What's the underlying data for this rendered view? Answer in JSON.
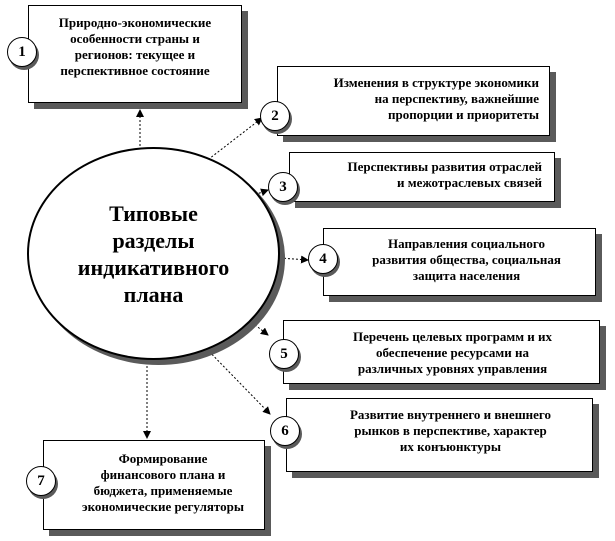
{
  "center": {
    "title": "Типовые\nразделы\nиндикативного\nплана"
  },
  "sections": [
    {
      "number": "1",
      "lines": [
        "Природно-экономические",
        "особенности страны и",
        "регионов: текущее и",
        "перспективное состояние"
      ]
    },
    {
      "number": "2",
      "lines": [
        "Изменения в структуре  экономики",
        "на  перспективу, важнейшие",
        "пропорции  и приоритеты"
      ]
    },
    {
      "number": "3",
      "lines": [
        "Перспективы развития отраслей",
        "и межотраслевых связей"
      ]
    },
    {
      "number": "4",
      "lines": [
        "Направления социального",
        "развития общества, социальная",
        "защита  населения"
      ]
    },
    {
      "number": "5",
      "lines": [
        "Перечень целевых программ и их",
        "обеспечение ресурсами на",
        "различных уровнях управления"
      ]
    },
    {
      "number": "6",
      "lines": [
        "Развитие внутреннего и внешнего",
        "рынков в перспективе, характер",
        "их конъюнктуры"
      ]
    },
    {
      "number": "7",
      "lines": [
        "Формирование",
        "финансового плана и",
        "бюджета, применяемые",
        "экономические регуляторы"
      ]
    }
  ]
}
